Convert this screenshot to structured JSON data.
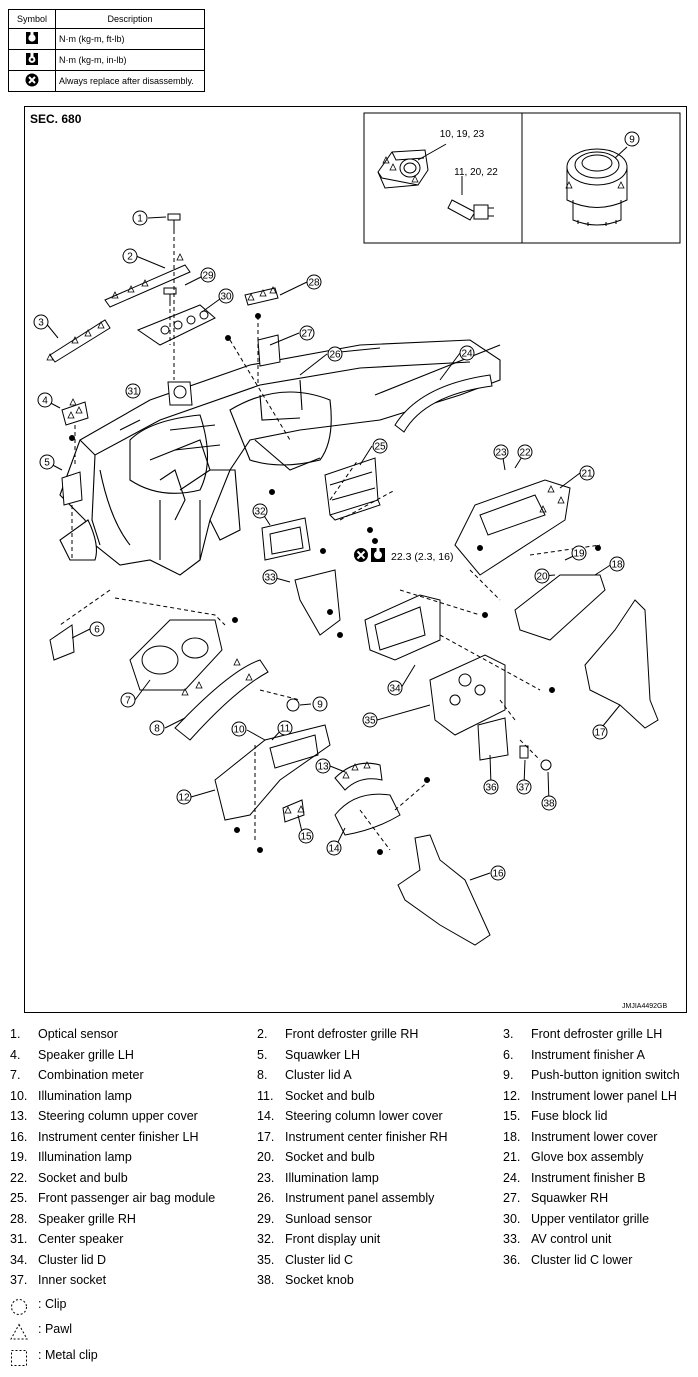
{
  "symbol_table": {
    "header": {
      "symbol": "Symbol",
      "description": "Description"
    },
    "rows": [
      {
        "icon": "torque-ft-lb-icon",
        "description": "N·m (kg-m, ft-lb)"
      },
      {
        "icon": "torque-in-lb-icon",
        "description": "N·m (kg-m, in-lb)"
      },
      {
        "icon": "always-replace-icon",
        "description": "Always replace after disassembly."
      }
    ]
  },
  "diagram": {
    "section": "SEC. 680",
    "doc_id": "JMJIA4492GB",
    "torque_spec": "22.3 (2.3, 16)",
    "inset_callouts": {
      "left_top": "10, 19, 23",
      "left_bottom": "11, 20, 22",
      "right": "9"
    }
  },
  "parts": [
    {
      "num": "1.",
      "name": "Optical sensor"
    },
    {
      "num": "2.",
      "name": "Front defroster grille RH"
    },
    {
      "num": "3.",
      "name": "Front defroster grille LH"
    },
    {
      "num": "4.",
      "name": "Speaker grille LH"
    },
    {
      "num": "5.",
      "name": "Squawker LH"
    },
    {
      "num": "6.",
      "name": "Instrument finisher A"
    },
    {
      "num": "7.",
      "name": "Combination meter"
    },
    {
      "num": "8.",
      "name": "Cluster lid A"
    },
    {
      "num": "9.",
      "name": "Push-button ignition switch"
    },
    {
      "num": "10.",
      "name": "Illumination lamp"
    },
    {
      "num": "11.",
      "name": "Socket and bulb"
    },
    {
      "num": "12.",
      "name": "Instrument lower panel LH"
    },
    {
      "num": "13.",
      "name": "Steering column upper cover"
    },
    {
      "num": "14.",
      "name": "Steering column lower cover"
    },
    {
      "num": "15.",
      "name": "Fuse block lid"
    },
    {
      "num": "16.",
      "name": "Instrument center finisher LH"
    },
    {
      "num": "17.",
      "name": "Instrument center finisher RH"
    },
    {
      "num": "18.",
      "name": "Instrument lower cover"
    },
    {
      "num": "19.",
      "name": "Illumination lamp"
    },
    {
      "num": "20.",
      "name": "Socket and bulb"
    },
    {
      "num": "21.",
      "name": "Glove box assembly"
    },
    {
      "num": "22.",
      "name": "Socket and bulb"
    },
    {
      "num": "23.",
      "name": "Illumination lamp"
    },
    {
      "num": "24.",
      "name": "Instrument finisher B"
    },
    {
      "num": "25.",
      "name": "Front passenger air bag module"
    },
    {
      "num": "26.",
      "name": "Instrument panel assembly"
    },
    {
      "num": "27.",
      "name": "Squawker RH"
    },
    {
      "num": "28.",
      "name": "Speaker grille RH"
    },
    {
      "num": "29.",
      "name": "Sunload sensor"
    },
    {
      "num": "30.",
      "name": "Upper ventilator grille"
    },
    {
      "num": "31.",
      "name": "Center speaker"
    },
    {
      "num": "32.",
      "name": "Front display unit"
    },
    {
      "num": "33.",
      "name": "AV control unit"
    },
    {
      "num": "34.",
      "name": "Cluster lid D"
    },
    {
      "num": "35.",
      "name": "Cluster lid C"
    },
    {
      "num": "36.",
      "name": "Cluster lid C lower"
    },
    {
      "num": "37.",
      "name": "Inner socket"
    },
    {
      "num": "38.",
      "name": "Socket knob"
    }
  ],
  "keys": [
    {
      "icon": "clip-icon",
      "label": ": Clip"
    },
    {
      "icon": "pawl-icon",
      "label": ": Pawl"
    },
    {
      "icon": "metal-clip-icon",
      "label": ": Metal clip"
    }
  ]
}
